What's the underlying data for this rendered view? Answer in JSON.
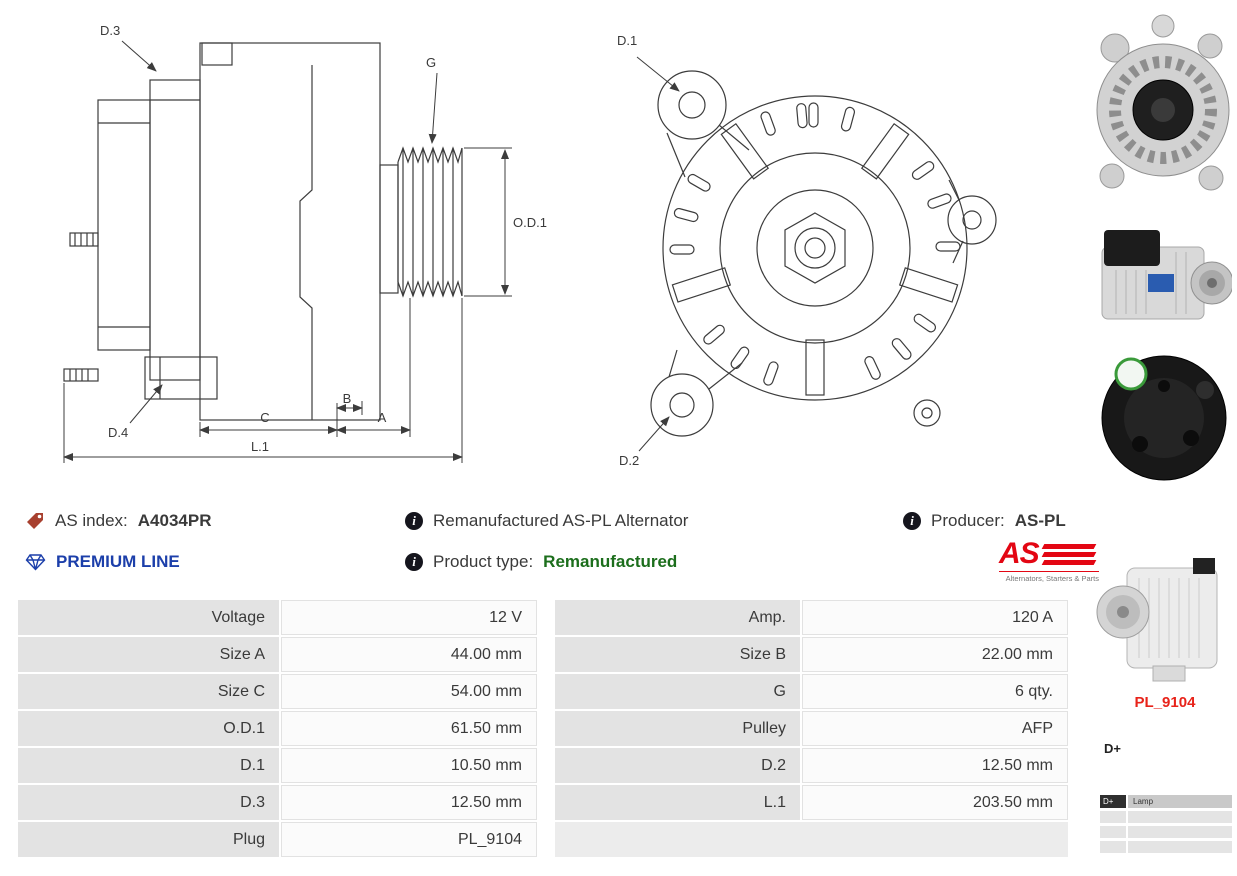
{
  "drawing": {
    "side": {
      "label_d3": "D.3",
      "label_d4": "D.4",
      "label_g": "G",
      "label_od1": "O.D.1",
      "label_c": "C",
      "label_b": "B",
      "label_a": "A",
      "label_l1": "L.1"
    },
    "front": {
      "label_d1": "D.1",
      "label_d2": "D.2"
    }
  },
  "info": {
    "as_index": {
      "label": "AS index:",
      "value": "A4034PR"
    },
    "description": "Remanufactured AS-PL Alternator",
    "producer": {
      "label": "Producer:",
      "value": "AS-PL"
    },
    "premium_line": "PREMIUM LINE",
    "product_type": {
      "label": "Product type:",
      "value": "Remanufactured"
    },
    "logo": {
      "text": "AS",
      "tagline": "Alternators, Starters & Parts"
    }
  },
  "sidebar": {
    "plug_code": "PL_9104",
    "terminal_label": "D+",
    "pinout": {
      "pin": "D+",
      "pin_desc": "Lamp"
    }
  },
  "spec_table": {
    "rows": [
      {
        "c0": "Voltage",
        "c1": "12 V",
        "c2": "Amp.",
        "c3": "120 A"
      },
      {
        "c0": "Size A",
        "c1": "44.00 mm",
        "c2": "Size B",
        "c3": "22.00 mm"
      },
      {
        "c0": "Size C",
        "c1": "54.00 mm",
        "c2": "G",
        "c3": "6 qty."
      },
      {
        "c0": "O.D.1",
        "c1": "61.50 mm",
        "c2": "Pulley",
        "c3": "AFP"
      },
      {
        "c0": "D.1",
        "c1": "10.50 mm",
        "c2": "D.2",
        "c3": "12.50 mm"
      },
      {
        "c0": "D.3",
        "c1": "12.50 mm",
        "c2": "L.1",
        "c3": "203.50 mm"
      },
      {
        "c0": "Plug",
        "c1": "PL_9104",
        "c2": "",
        "c3": ""
      }
    ]
  },
  "icons": {
    "as_index": "tag-icon",
    "premium": "diamond-icon",
    "info": "info-icon"
  },
  "colors": {
    "accent_red": "#e30613",
    "premium_blue": "#1c3faa",
    "type_green": "#1c6e1c",
    "plug_red": "#e8231a",
    "table_label_bg": "#e3e3e3",
    "table_value_bg": "#fbfbfb"
  }
}
